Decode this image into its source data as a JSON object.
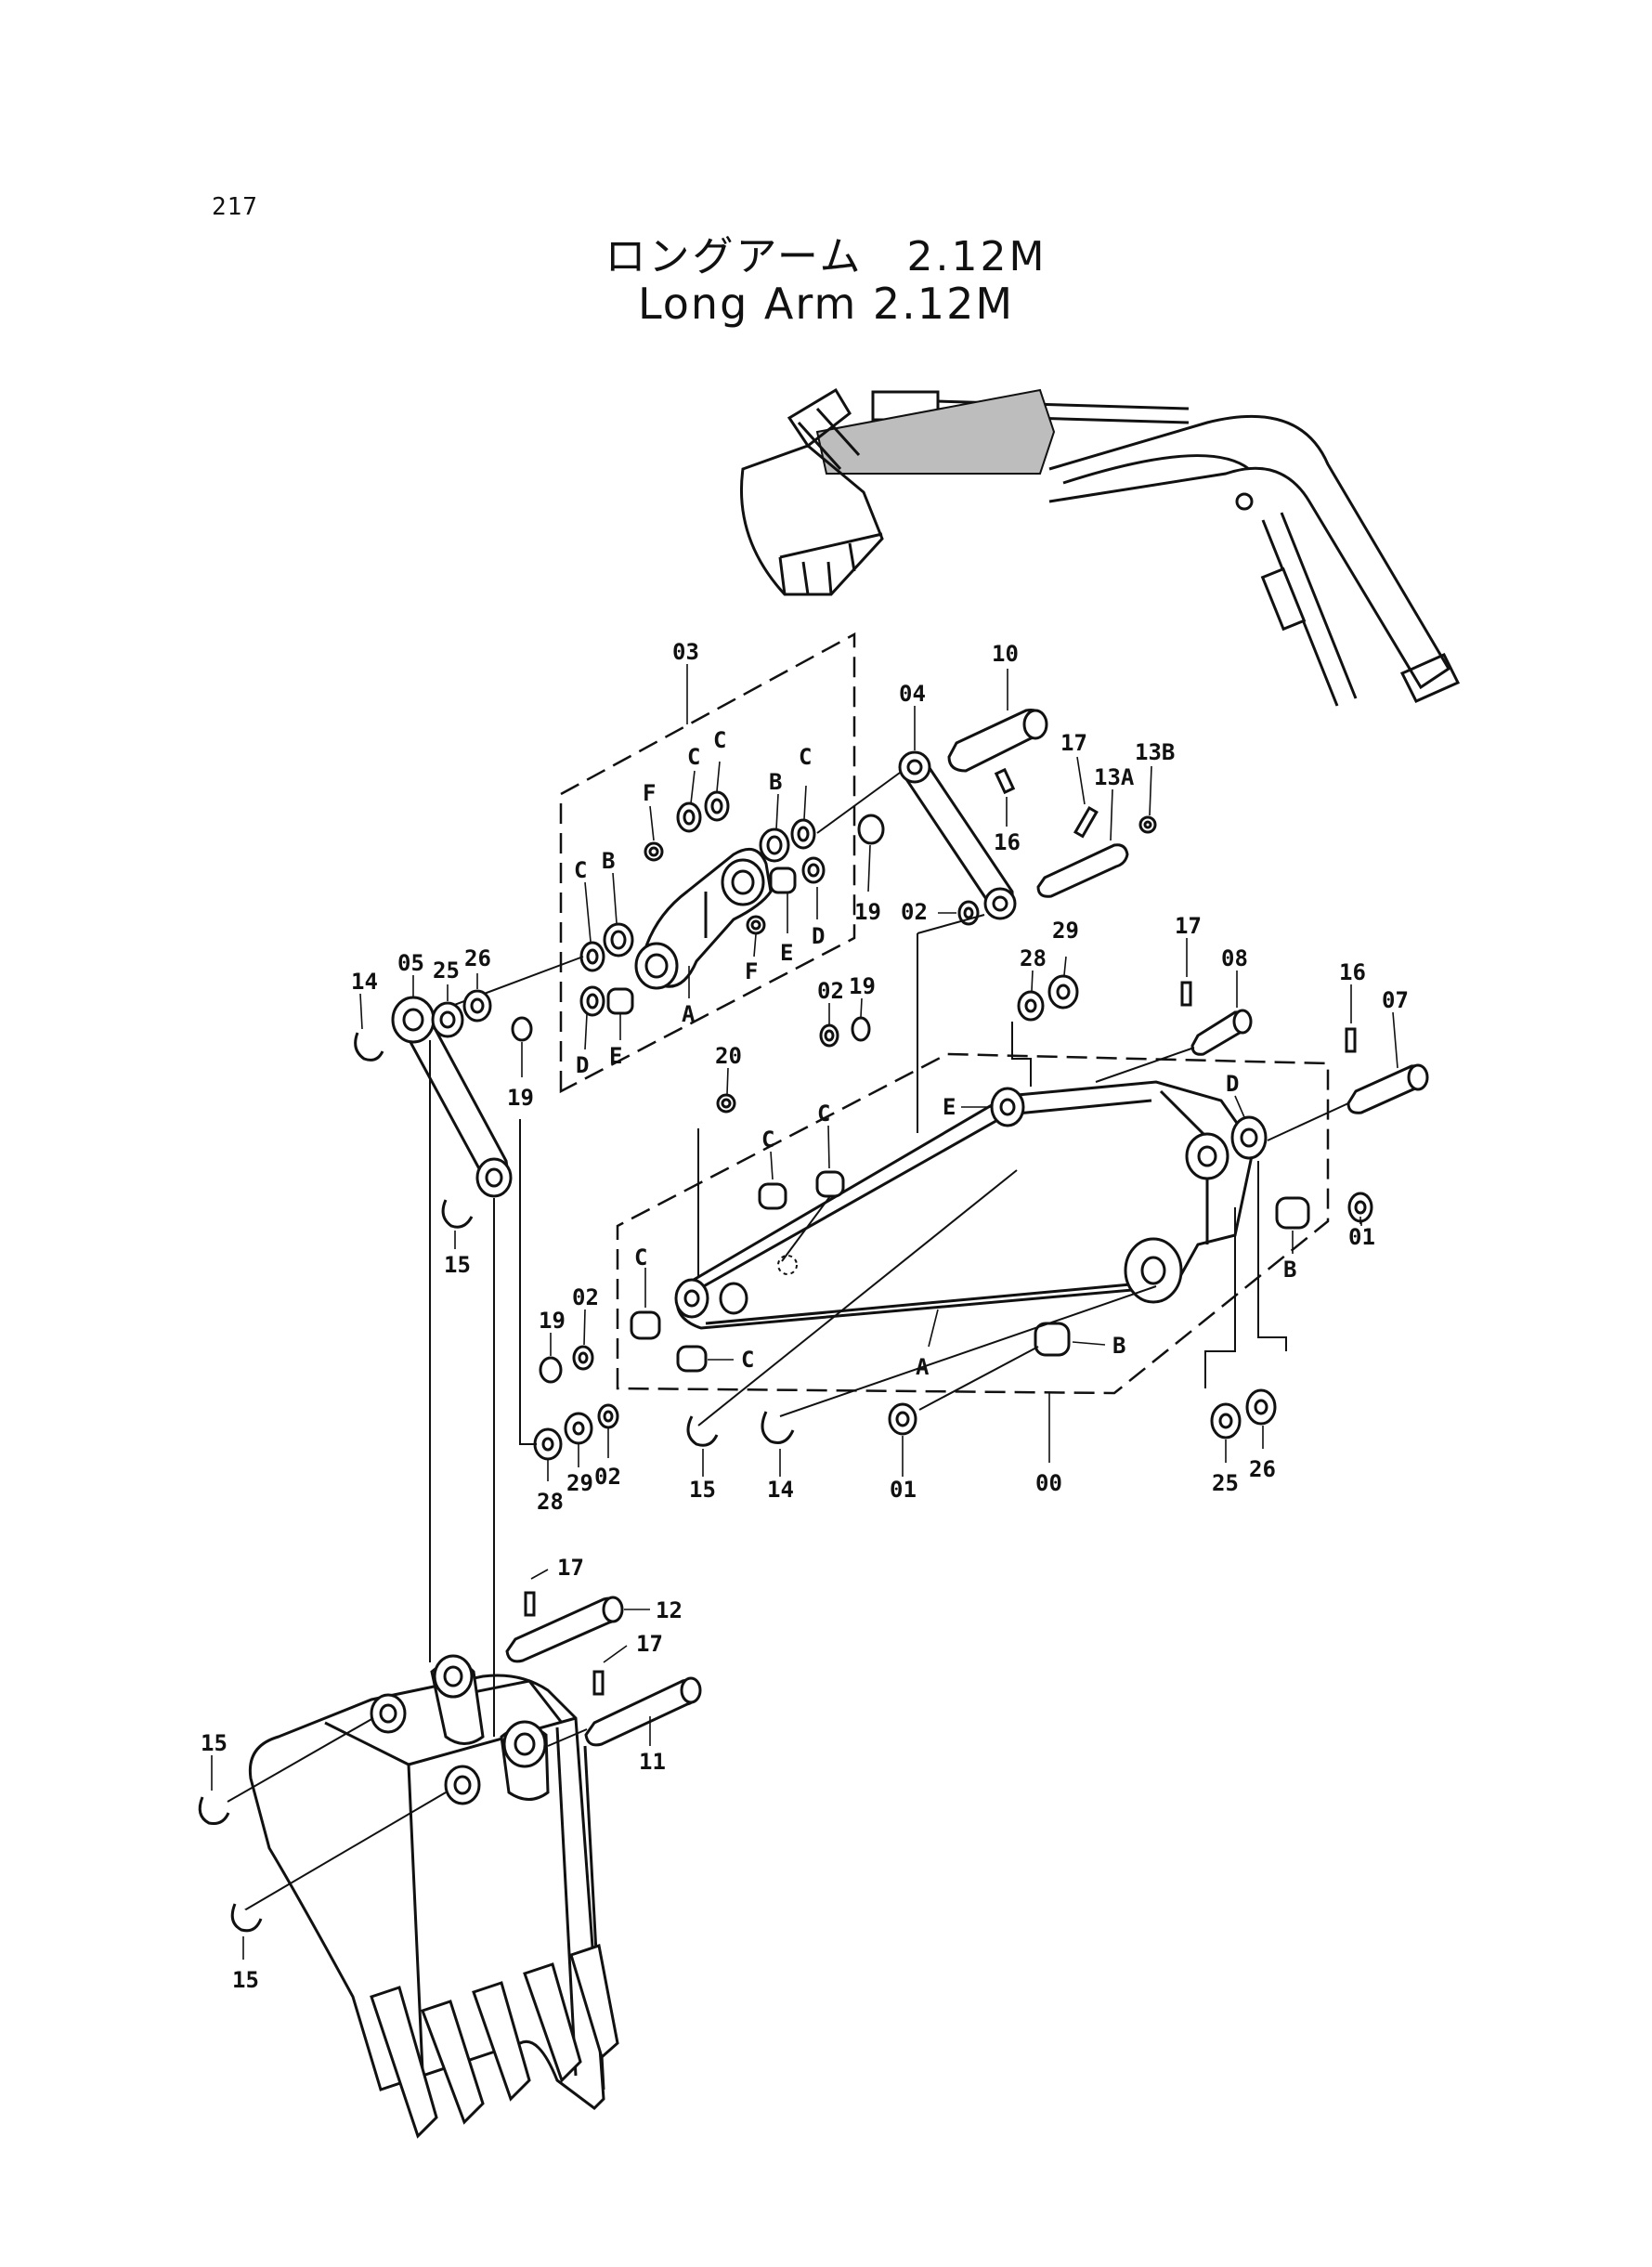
{
  "page": {
    "number": "217"
  },
  "title": {
    "japanese": "ロングアーム　2.12M",
    "english": "Long Arm 2.12M"
  },
  "diagram": {
    "type": "exploded-parts-diagram",
    "callouts": {
      "c00": "00",
      "c01a": "01",
      "c01b": "01",
      "c02a": "02",
      "c02b": "02",
      "c02c": "02",
      "c02d": "02",
      "c03": "03",
      "c04": "04",
      "c05": "05",
      "c07": "07",
      "c08": "08",
      "c10": "10",
      "c11": "11",
      "c12": "12",
      "c13a": "13A",
      "c13b": "13B",
      "c14a": "14",
      "c14b": "14",
      "c15a": "15",
      "c15b": "15",
      "c15c": "15",
      "c15d": "15",
      "c16a": "16",
      "c16b": "16",
      "c17a": "17",
      "c17b": "17",
      "c17c": "17",
      "c17d": "17",
      "c19a": "19",
      "c19b": "19",
      "c19c": "19",
      "c19d": "19",
      "c20": "20",
      "c25a": "25",
      "c25b": "25",
      "c26a": "26",
      "c26b": "26",
      "c28a": "28",
      "c28b": "28",
      "c29a": "29",
      "c29b": "29"
    },
    "letters": {
      "A1": "A",
      "A2": "A",
      "B1": "B",
      "B2": "B",
      "B3": "B",
      "B4": "B",
      "C1": "C",
      "C2": "C",
      "C3": "C",
      "C4": "C",
      "C5": "C",
      "C6": "C",
      "C7": "C",
      "C8": "C",
      "D1": "D",
      "D2": "D",
      "D3": "D",
      "E1": "E",
      "E2": "E",
      "E3": "E",
      "F1": "F",
      "F2": "F"
    }
  }
}
